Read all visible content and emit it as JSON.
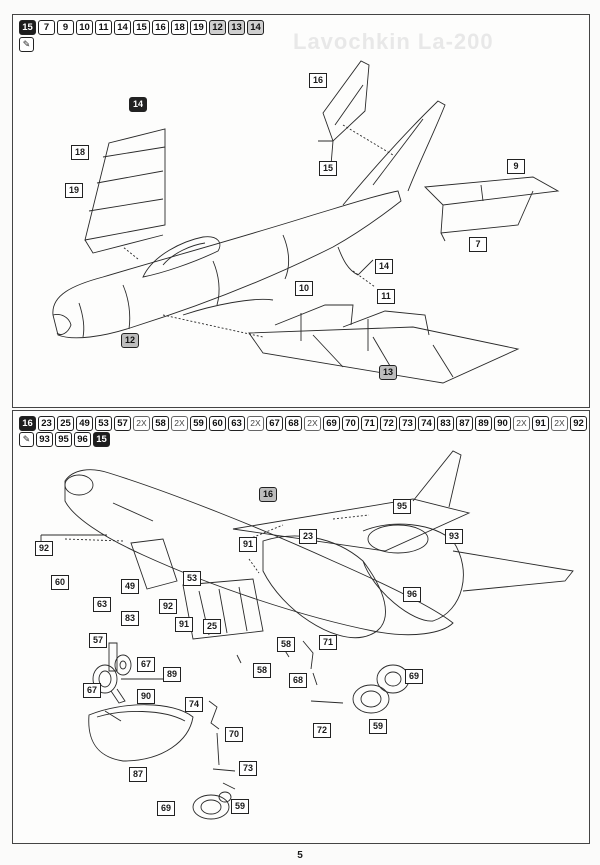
{
  "background_title": "Lavochkin La-200",
  "step_top": {
    "parts": [
      {
        "n": "15",
        "style": "dark"
      },
      {
        "n": "7"
      },
      {
        "n": "9"
      },
      {
        "n": "10"
      },
      {
        "n": "11"
      },
      {
        "n": "14"
      },
      {
        "n": "15"
      },
      {
        "n": "16"
      },
      {
        "n": "18"
      },
      {
        "n": "19"
      },
      {
        "n": "12",
        "style": "gray"
      },
      {
        "n": "13",
        "style": "gray"
      },
      {
        "n": "14",
        "style": "gray"
      }
    ],
    "callouts": [
      {
        "n": "14",
        "style": "dark"
      },
      {
        "n": "18"
      },
      {
        "n": "19"
      },
      {
        "n": "16"
      },
      {
        "n": "15"
      },
      {
        "n": "9"
      },
      {
        "n": "7"
      },
      {
        "n": "14"
      },
      {
        "n": "10"
      },
      {
        "n": "11"
      },
      {
        "n": "12",
        "style": "gray"
      },
      {
        "n": "13",
        "style": "gray"
      }
    ]
  },
  "step_bottom": {
    "parts_line1": [
      {
        "n": "16",
        "style": "dark"
      },
      {
        "n": "23"
      },
      {
        "n": "25"
      },
      {
        "n": "49"
      },
      {
        "n": "53"
      },
      {
        "n": "57"
      },
      {
        "n": "2X",
        "style": "mult"
      },
      {
        "n": "58"
      },
      {
        "n": "2X",
        "style": "mult"
      },
      {
        "n": "59"
      },
      {
        "n": "60"
      },
      {
        "n": "63"
      },
      {
        "n": "2X",
        "style": "mult"
      },
      {
        "n": "67"
      },
      {
        "n": "68"
      },
      {
        "n": "2X",
        "style": "mult"
      },
      {
        "n": "69"
      },
      {
        "n": "70"
      },
      {
        "n": "71"
      },
      {
        "n": "72"
      },
      {
        "n": "73"
      },
      {
        "n": "74"
      },
      {
        "n": "83"
      },
      {
        "n": "87"
      },
      {
        "n": "89"
      },
      {
        "n": "90"
      },
      {
        "n": "2X",
        "style": "mult"
      },
      {
        "n": "91"
      },
      {
        "n": "2X",
        "style": "mult"
      },
      {
        "n": "92"
      }
    ],
    "parts_line2": [
      {
        "n": "93"
      },
      {
        "n": "95"
      },
      {
        "n": "96"
      },
      {
        "n": "15",
        "style": "dark"
      }
    ],
    "callouts": [
      {
        "n": "16",
        "style": "gray"
      },
      {
        "n": "95"
      },
      {
        "n": "92"
      },
      {
        "n": "91"
      },
      {
        "n": "23"
      },
      {
        "n": "93"
      },
      {
        "n": "60"
      },
      {
        "n": "49"
      },
      {
        "n": "53"
      },
      {
        "n": "63"
      },
      {
        "n": "83"
      },
      {
        "n": "92"
      },
      {
        "n": "91"
      },
      {
        "n": "25"
      },
      {
        "n": "96"
      },
      {
        "n": "57"
      },
      {
        "n": "67"
      },
      {
        "n": "67"
      },
      {
        "n": "89"
      },
      {
        "n": "58"
      },
      {
        "n": "58"
      },
      {
        "n": "71"
      },
      {
        "n": "69"
      },
      {
        "n": "90"
      },
      {
        "n": "68"
      },
      {
        "n": "74"
      },
      {
        "n": "70"
      },
      {
        "n": "72"
      },
      {
        "n": "59"
      },
      {
        "n": "87"
      },
      {
        "n": "73"
      },
      {
        "n": "69"
      },
      {
        "n": "59"
      }
    ]
  },
  "page_number": "5"
}
